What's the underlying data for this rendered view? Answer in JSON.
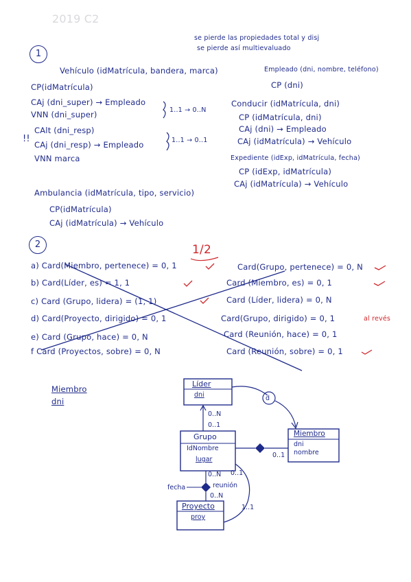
{
  "header": {
    "title": "2019 C2"
  },
  "notes": {
    "line1": "se pierde las propiedades total y disj",
    "line2": "se pierde así multievaluado"
  },
  "section1": {
    "number": "1",
    "left": [
      "Vehículo (idMatrícula, bandera, marca)",
      "CP(idMatrícula)",
      "CAj (dni_super) → Empleado",
      "VNN (dni_super)",
      "CAlt (dni_resp)",
      "CAj (dni_resp) → Empleado",
      "VNN marca",
      "Ambulancia (idMatrícula, tipo, servicio)",
      "CP(idMatrícula)",
      "CAj (idMatrícula) → Vehículo"
    ],
    "right": [
      "Empleado (dni, nombre, teléfono)",
      "CP (dni)",
      "Conducir (idMatrícula, dni)",
      "CP (idMatrícula, dni)",
      "CAj (dni) → Empleado",
      "CAj (idMatrícula) → Vehículo",
      "Expediente (idExp, idMatrícula, fecha)",
      "CP (idExp, idMatrícula)",
      "CAj (idMatrícula) → Vehículo"
    ],
    "card_notes": [
      "1..1 → 0..N",
      "1..1 → 0..1"
    ],
    "exclaim": "!!"
  },
  "section2": {
    "number": "2",
    "score": "1/2",
    "left": [
      "a) Card(Miembro, pertenece) = 0, 1",
      "b) Card(Líder, es) = 1, 1",
      "c) Card (Grupo, lidera) = (1, 1)",
      "d) Card(Proyecto, dirigido) = 0, 1",
      "e) Card (Grupo, hace) = 0, N",
      "f Card (Proyectos, sobre) = 0, N"
    ],
    "right": [
      "Card(Grupo, pertenece) = 0, N",
      "Card (Miembro, es) = 0, 1",
      "Card (Líder, lidera) = 0, N",
      "Card(Grupo, dirigido) = 0, 1",
      "Card (Reunión, hace) = 0, 1",
      "Card (Reunión, sobre) = 0, 1"
    ],
    "marks": [
      "✓",
      "✓",
      "✓",
      "✓"
    ],
    "side_note": "al revés"
  },
  "bottom_left": {
    "line1": "Miembro",
    "line2": "dni"
  },
  "diagram": {
    "lider": {
      "title": "Líder",
      "attr": "dni"
    },
    "grupo": {
      "title": "Grupo",
      "attr1": "IdNombre",
      "attr2": "lugar"
    },
    "miembro": {
      "title": "Miembro",
      "attr1": "dni",
      "attr2": "nombre"
    },
    "proyecto": {
      "title": "Proyecto",
      "attr": "proy"
    },
    "labels": {
      "lider_grupo_top": "0..N",
      "lider_grupo_bottom": "0..1",
      "grupo_miembro": "0..1",
      "grupo_reunion_a": "0..N",
      "grupo_reunion_b": "0..1",
      "reunion": "reunión",
      "fecha": "fecha",
      "reunion_proyecto": "0..N",
      "proyecto_card": "1..1",
      "circle_d": "d"
    }
  }
}
